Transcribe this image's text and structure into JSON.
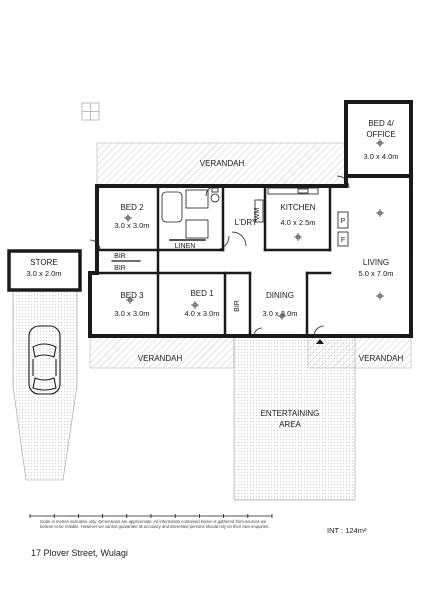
{
  "rooms": {
    "bed4": {
      "name1": "BED 4/",
      "name2": "OFFICE",
      "size": "3.0 x 4.0m"
    },
    "bed2": {
      "name": "BED 2",
      "size": "3.0 x 3.0m"
    },
    "bed3": {
      "name": "BED 3",
      "size": "3.0 x 3.0m"
    },
    "bed1": {
      "name": "BED 1",
      "size": "4.0 x 3.0m"
    },
    "kitchen": {
      "name": "KITCHEN",
      "size": "4.0 x 2.5m"
    },
    "living": {
      "name": "LIVING",
      "size": "5.0 x 7.0m"
    },
    "dining": {
      "name": "DINING",
      "size": "3.0 x 3.0m"
    },
    "store": {
      "name": "STORE",
      "size": "3.0 x 2.0m"
    },
    "laundry": {
      "name": "L'DRY"
    },
    "entertaining": {
      "name1": "ENTERTAINING",
      "name2": "AREA"
    }
  },
  "labels": {
    "verandah": "VERANDAH",
    "linen": "LINEN",
    "bir": "BIR",
    "wm": "WM",
    "pantry": "P",
    "fridge": "F"
  },
  "scale_bar_ticks": 10,
  "disclaimer": "Scale in metres indicative only. Dimensions are approximate. All information contained herein is gathered from sources we believe to be reliable. However we cannot guarantee its accuracy and interested persons should rely on their own enquiries.",
  "internal_area": "INT : 124m²",
  "address": "17 Plover Street, Wulagi",
  "colors": {
    "wall": "#1a1a1a",
    "hatch": "#b5b5b5",
    "paving": "#9a9a9a"
  }
}
